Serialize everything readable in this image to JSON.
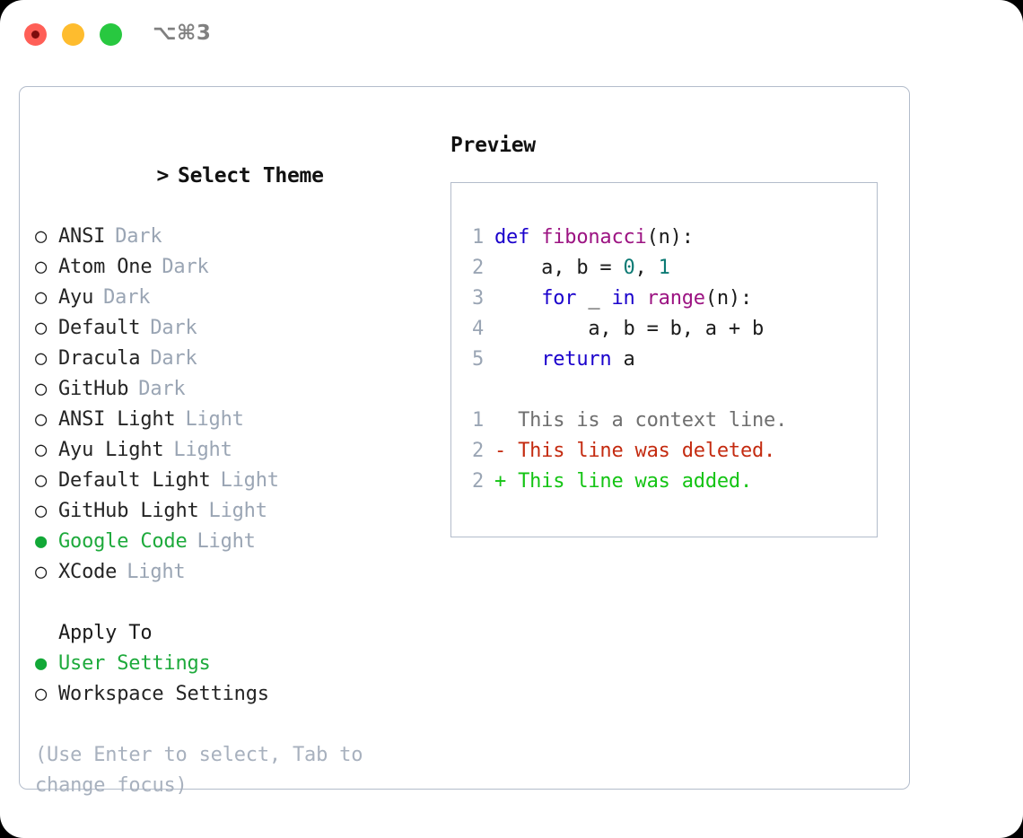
{
  "window": {
    "shortcut_title": "⌥⌘3",
    "traffic_lights": [
      {
        "name": "close-button",
        "color": "#ff5f57"
      },
      {
        "name": "minimize-button",
        "color": "#febc2e"
      },
      {
        "name": "maximize-button",
        "color": "#28c840"
      }
    ]
  },
  "theme_picker": {
    "heading": "Select Theme",
    "caret": ">",
    "marker_unselected": "○",
    "marker_selected": "●",
    "selected_color": "#1eaa3c",
    "tag_color": "#9aa5b4",
    "items": [
      {
        "label": "ANSI",
        "tag": "Dark",
        "selected": false
      },
      {
        "label": "Atom One",
        "tag": "Dark",
        "selected": false
      },
      {
        "label": "Ayu",
        "tag": "Dark",
        "selected": false
      },
      {
        "label": "Default",
        "tag": "Dark",
        "selected": false
      },
      {
        "label": "Dracula",
        "tag": "Dark",
        "selected": false
      },
      {
        "label": "GitHub",
        "tag": "Dark",
        "selected": false
      },
      {
        "label": "ANSI Light",
        "tag": "Light",
        "selected": false
      },
      {
        "label": "Ayu Light",
        "tag": "Light",
        "selected": false
      },
      {
        "label": "Default Light",
        "tag": "Light",
        "selected": false
      },
      {
        "label": "GitHub Light",
        "tag": "Light",
        "selected": false
      },
      {
        "label": "Google Code",
        "tag": "Light",
        "selected": true
      },
      {
        "label": "XCode",
        "tag": "Light",
        "selected": false
      }
    ]
  },
  "apply_to": {
    "heading": "Apply To",
    "items": [
      {
        "label": "User Settings",
        "selected": true
      },
      {
        "label": "Workspace Settings",
        "selected": false
      }
    ]
  },
  "hint": "(Use Enter to select, Tab to change focus)",
  "preview": {
    "heading": "Preview",
    "code_lines": [
      {
        "number": "1",
        "tokens": [
          {
            "text": "def ",
            "kind": "kw"
          },
          {
            "text": "fibonacci",
            "kind": "fn"
          },
          {
            "text": "(n):",
            "kind": "plain"
          }
        ]
      },
      {
        "number": "2",
        "tokens": [
          {
            "text": "    a, b = ",
            "kind": "plain"
          },
          {
            "text": "0",
            "kind": "num"
          },
          {
            "text": ", ",
            "kind": "plain"
          },
          {
            "text": "1",
            "kind": "num"
          }
        ]
      },
      {
        "number": "3",
        "tokens": [
          {
            "text": "    ",
            "kind": "plain"
          },
          {
            "text": "for",
            "kind": "kw"
          },
          {
            "text": " _ ",
            "kind": "plain"
          },
          {
            "text": "in",
            "kind": "kw"
          },
          {
            "text": " ",
            "kind": "plain"
          },
          {
            "text": "range",
            "kind": "fn"
          },
          {
            "text": "(n):",
            "kind": "plain"
          }
        ]
      },
      {
        "number": "4",
        "tokens": [
          {
            "text": "        a, b = b, a + b",
            "kind": "plain"
          }
        ]
      },
      {
        "number": "5",
        "tokens": [
          {
            "text": "    ",
            "kind": "plain"
          },
          {
            "text": "return",
            "kind": "kw"
          },
          {
            "text": " a",
            "kind": "plain"
          }
        ]
      }
    ],
    "diff_lines": [
      {
        "number": "1",
        "marker": " ",
        "text": " This is a context line.",
        "kind": "ctx"
      },
      {
        "number": "2",
        "marker": "-",
        "text": " This line was deleted.",
        "kind": "del"
      },
      {
        "number": "2",
        "marker": "+",
        "text": " This line was added.",
        "kind": "add"
      }
    ]
  },
  "colors": {
    "keyword": "#1a01cc",
    "function": "#9c1382",
    "number": "#0c7a74",
    "plain": "#1b1b1b",
    "line_number": "#9aa5b4",
    "diff_context": "#6f6f6f",
    "diff_deleted": "#c42b10",
    "diff_added": "#14c414",
    "panel_border": "#b3bccb"
  }
}
